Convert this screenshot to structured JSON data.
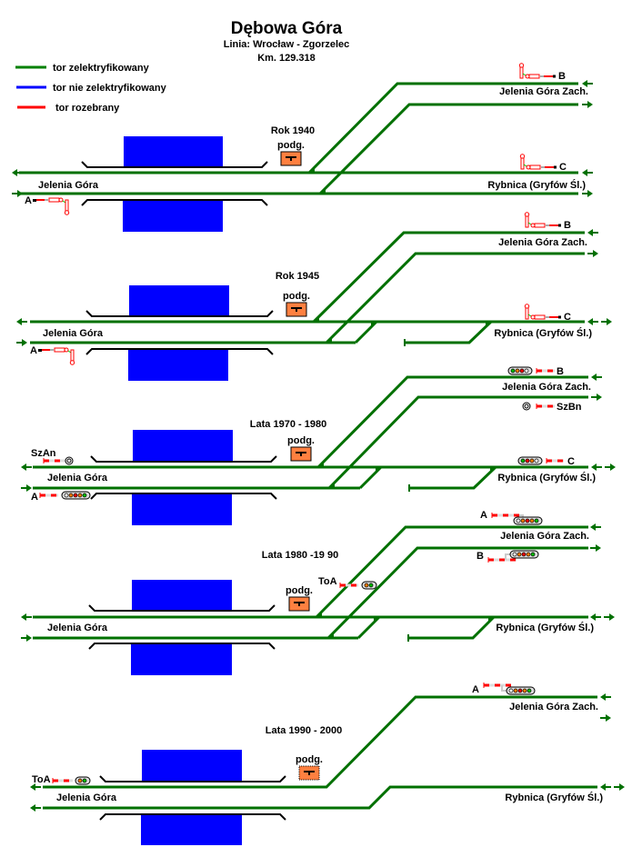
{
  "header": {
    "title": "Dębowa Góra",
    "line": "Linia: Wrocław - Zgorzelec",
    "km": "Km. 129.318"
  },
  "legend": [
    {
      "label": "tor zelektryfikowany",
      "color": "#008000"
    },
    {
      "label": "tor nie zelektryfikowany",
      "color": "#0000ff"
    },
    {
      "label": "tor rozebrany",
      "color": "#ff0000"
    }
  ],
  "colors": {
    "track": "#007000",
    "platform": "#0000ff",
    "box": "#ff8040",
    "signal_red": "#ff0000",
    "text": "#000000"
  },
  "common_labels": {
    "podg": "podg.",
    "west": "Jelenia Góra",
    "north_east": "Jelenia Góra Zach.",
    "east": "Rybnica (Gryfów Śl.)"
  },
  "panels": [
    {
      "period": "Rok 1940",
      "signals": [
        {
          "label": "A",
          "type": "semaphore"
        },
        {
          "label": "B",
          "type": "semaphore"
        },
        {
          "label": "C",
          "type": "semaphore"
        }
      ]
    },
    {
      "period": "Rok 1945",
      "signals": [
        {
          "label": "A",
          "type": "semaphore"
        },
        {
          "label": "B",
          "type": "semaphore"
        },
        {
          "label": "C",
          "type": "semaphore"
        }
      ]
    },
    {
      "period": "Lata 1970 - 1980",
      "signals": [
        {
          "label": "SzAn",
          "type": "repeater"
        },
        {
          "label": "A",
          "type": "light-5"
        },
        {
          "label": "B",
          "type": "light-4"
        },
        {
          "label": "SzBn",
          "type": "repeater"
        },
        {
          "label": "C",
          "type": "light-4"
        }
      ]
    },
    {
      "period": "Lata 1980 -19 90",
      "signals": [
        {
          "label": "ToA",
          "type": "light-2"
        },
        {
          "label": "A",
          "type": "light-5"
        },
        {
          "label": "B",
          "type": "light-5"
        }
      ]
    },
    {
      "period": "Lata 1990 - 2000",
      "signals": [
        {
          "label": "ToA",
          "type": "light-2"
        },
        {
          "label": "A",
          "type": "light-5"
        }
      ]
    }
  ]
}
